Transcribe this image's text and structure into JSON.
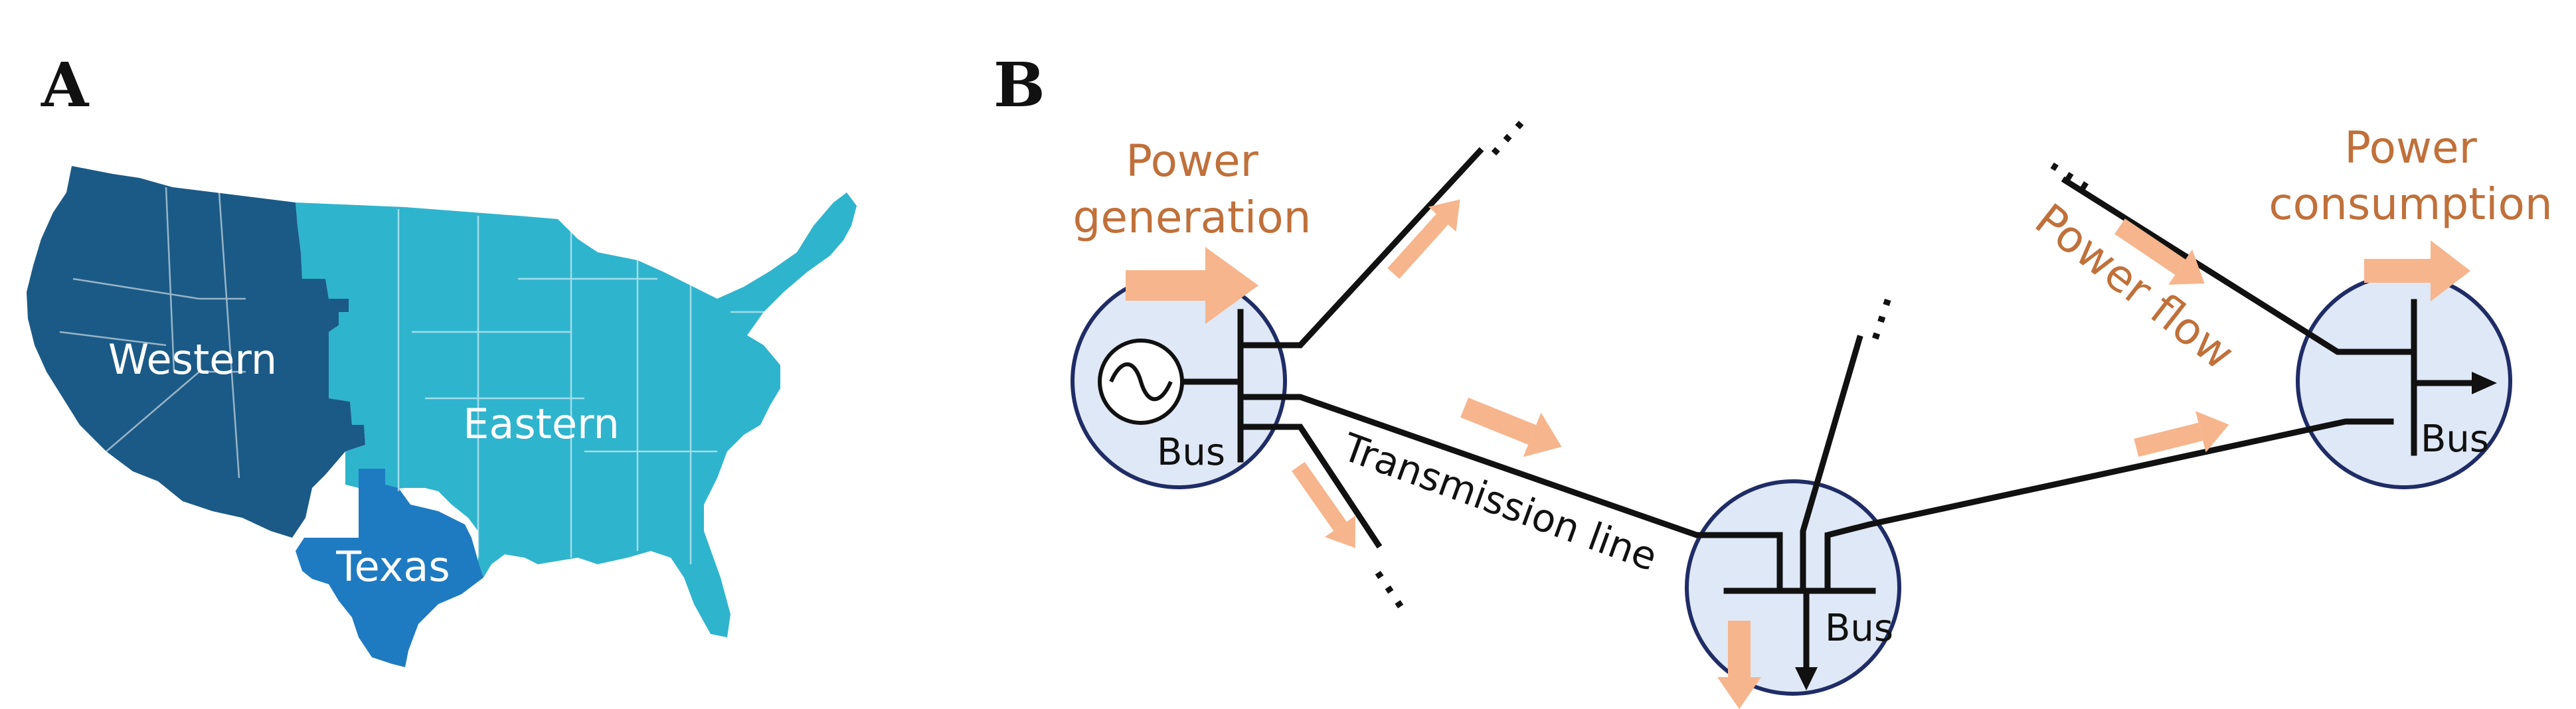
{
  "panel_a": {
    "letter": "A",
    "regions": [
      {
        "name": "Western",
        "color": "#1b5a86"
      },
      {
        "name": "Eastern",
        "color": "#2fb4cd"
      },
      {
        "name": "Texas",
        "color": "#1f7bc1"
      }
    ]
  },
  "panel_b": {
    "letter": "B",
    "power_generation_line1": "Power",
    "power_generation_line2": "generation",
    "power_consumption_line1": "Power",
    "power_consumption_line2": "consumption",
    "power_flow": "Power flow",
    "transmission_line": "Transmission line",
    "bus_labels": [
      "Bus",
      "Bus",
      "Bus"
    ],
    "ellipsis": "…",
    "colors": {
      "bus_fill": "#dfe8f6",
      "bus_stroke": "#1f2c66",
      "arrow": "#f6b58c",
      "label": "#c0703a"
    }
  }
}
